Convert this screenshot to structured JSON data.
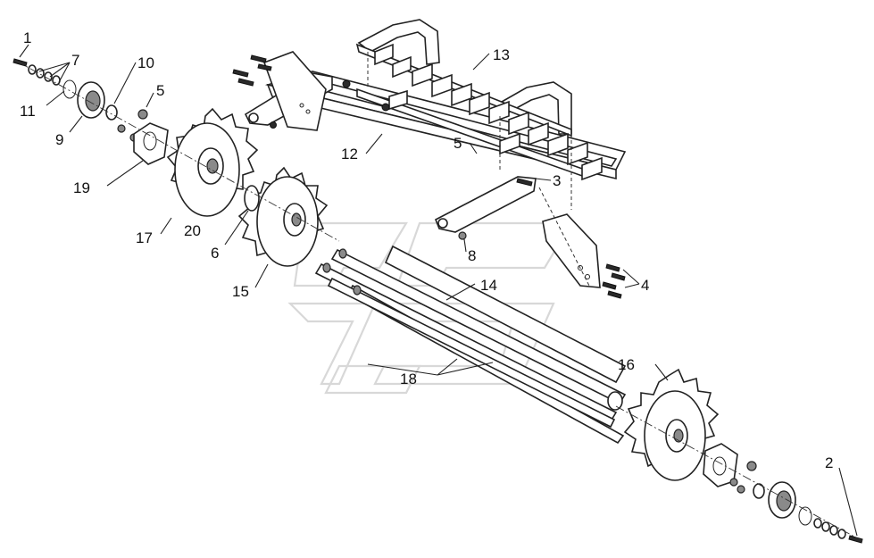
{
  "callouts": {
    "c1": "1",
    "c2": "2",
    "c3": "3",
    "c4": "4",
    "c5a": "5",
    "c5b": "5",
    "c6": "6",
    "c7": "7",
    "c8": "8",
    "c9": "9",
    "c10": "10",
    "c11": "11",
    "c12": "12",
    "c13": "13",
    "c14": "14",
    "c15": "15",
    "c16": "16",
    "c17": "17",
    "c18": "18",
    "c19": "19",
    "c20": "20"
  }
}
